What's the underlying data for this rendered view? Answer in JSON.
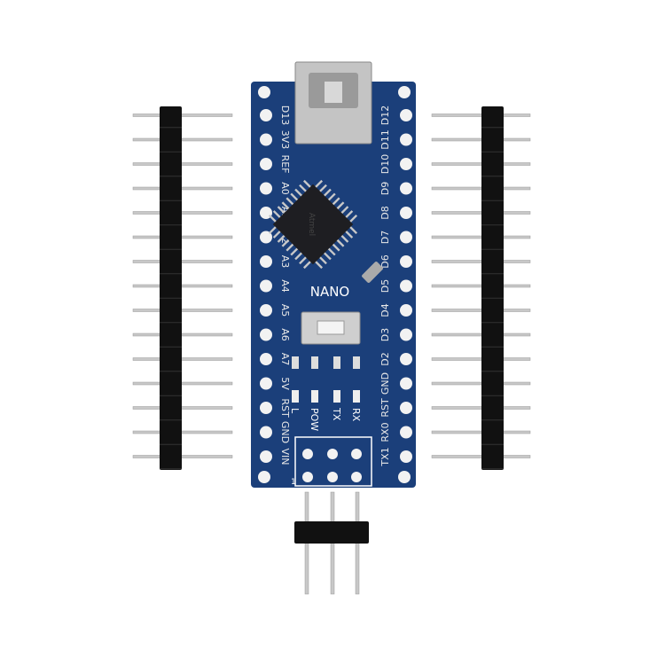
{
  "board": {
    "name_label": "NANO",
    "chip_marking": "Atmel",
    "left_pins": [
      "D13",
      "3V3",
      "REF",
      "A0",
      "A1",
      "A2",
      "A3",
      "A4",
      "A5",
      "A6",
      "A7",
      "5V",
      "RST",
      "GND",
      "VIN"
    ],
    "right_pins": [
      "D12",
      "D11",
      "D10",
      "D9",
      "D8",
      "D7",
      "D6",
      "D5",
      "D4",
      "D3",
      "D2",
      "GND",
      "RST",
      "RX0",
      "TX1"
    ],
    "leds": [
      "L",
      "POW",
      "TX",
      "RX"
    ],
    "icsp_pin1": "1"
  },
  "colors": {
    "pcb": "#1b3f7a",
    "pad": "#f2f2f2",
    "header": "#111111",
    "pin": "#c8c8c8"
  }
}
